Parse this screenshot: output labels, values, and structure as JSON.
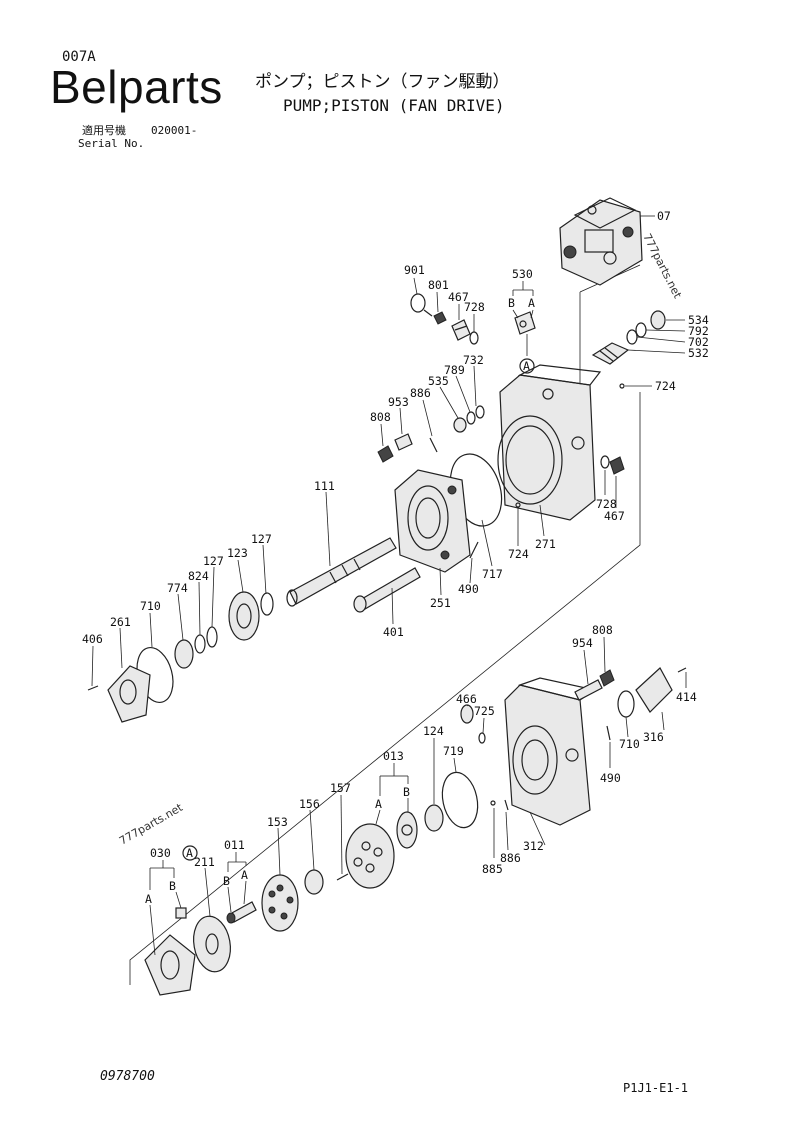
{
  "header": {
    "page_code": "007A",
    "brand": "Belparts",
    "title_jp": "ポンプ；ピストン（ファン駆動）",
    "title_en": "PUMP;PISTON (FAN DRIVE)",
    "serial_label_jp": "適用号機",
    "serial_value": "020001-",
    "serial_label_en": "Serial No."
  },
  "footer": {
    "doc_number": "0978700",
    "page_ref": "P1J1-E1-1"
  },
  "watermark": "777parts.net",
  "callouts": {
    "c07": "07",
    "c530": "530",
    "c530a": "A",
    "c530b": "B",
    "ref_a1": "A",
    "c901": "901",
    "c801": "801",
    "c467a": "467",
    "c728a": "728",
    "c534": "534",
    "c792": "792",
    "c702": "702",
    "c532": "532",
    "c732": "732",
    "c789": "789",
    "c535": "535",
    "c724a": "724",
    "c886a": "886",
    "c953": "953",
    "c808a": "808",
    "c111": "111",
    "c728b": "728",
    "c467b": "467",
    "c127a": "127",
    "c127b": "127",
    "c123": "123",
    "c824": "824",
    "c774": "774",
    "c710a": "710",
    "c261": "261",
    "c406": "406",
    "c724b": "724",
    "c271": "271",
    "c717": "717",
    "c490a": "490",
    "c251": "251",
    "c401": "401",
    "c954": "954",
    "c808b": "808",
    "c414": "414",
    "c316": "316",
    "c710b": "710",
    "c490b": "490",
    "c466": "466",
    "c725": "725",
    "c124": "124",
    "c719": "719",
    "c013": "013",
    "c013a": "A",
    "c013b": "B",
    "c157": "157",
    "c156": "156",
    "c153": "153",
    "c312": "312",
    "c886b": "886",
    "c885": "885",
    "c011": "011",
    "c011b": "B",
    "c011a": "A",
    "c030": "030",
    "c030b": "B",
    "c030a": "A",
    "ref_a2": "A",
    "c211": "211"
  }
}
